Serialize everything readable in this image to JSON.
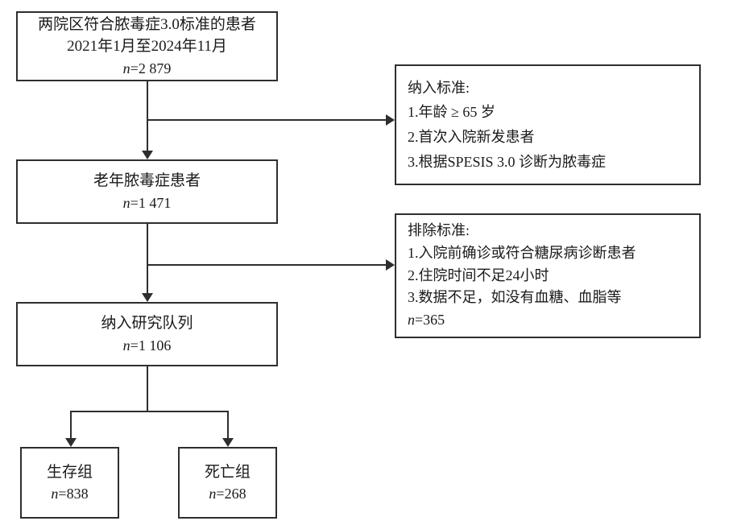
{
  "flowchart": {
    "colors": {
      "border": "#2e2e2e",
      "line": "#2e2e2e",
      "background": "#ffffff",
      "text": "#1a1a1a"
    },
    "nodes": {
      "total_patients": {
        "lines": [
          "两院区符合脓毒症3.0标准的患者",
          "2021年1月至2024年11月"
        ],
        "n_label": "n",
        "n_value": "=2 879"
      },
      "elderly_sepsis": {
        "lines": [
          "老年脓毒症患者"
        ],
        "n_label": "n",
        "n_value": "=1 471"
      },
      "study_cohort": {
        "lines": [
          "纳入研究队列"
        ],
        "n_label": "n",
        "n_value": "=1 106"
      },
      "inclusion_criteria": {
        "lines": [
          "纳入标准:",
          "1.年龄 ≥ 65 岁",
          "2.首次入院新发患者",
          "3.根据SPESIS 3.0 诊断为脓毒症"
        ]
      },
      "exclusion_criteria": {
        "lines": [
          "排除标准:",
          "1.入院前确诊或符合糖尿病诊断患者",
          "2.住院时间不足24小时",
          "3.数据不足，如没有血糖、血脂等"
        ],
        "n_label": "n",
        "n_value": "=365"
      },
      "survival_group": {
        "lines": [
          "生存组"
        ],
        "n_label": "n",
        "n_value": "=838"
      },
      "death_group": {
        "lines": [
          "死亡组"
        ],
        "n_label": "n",
        "n_value": "=268"
      }
    }
  }
}
